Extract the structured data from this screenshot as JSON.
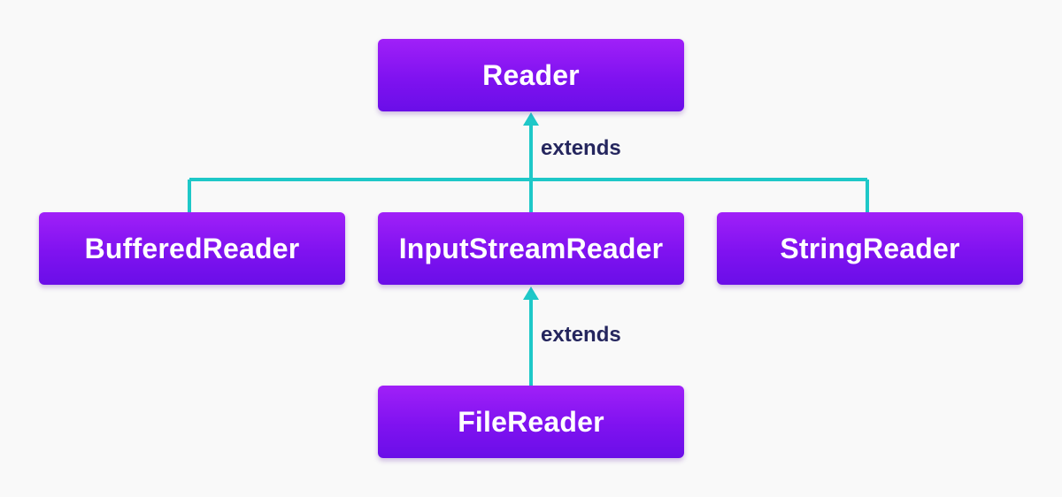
{
  "diagram": {
    "nodes": {
      "reader": "Reader",
      "buffered_reader": "BufferedReader",
      "input_stream_reader": "InputStreamReader",
      "string_reader": "StringReader",
      "file_reader": "FileReader"
    },
    "edges": {
      "subclasses_to_reader": "extends",
      "file_reader_to_input_stream_reader": "extends"
    }
  },
  "colors": {
    "node_fill": "#8a14f4",
    "connector": "#1ec8c8",
    "edge_label_text": "#25265e",
    "background": "#f9f9f9"
  }
}
